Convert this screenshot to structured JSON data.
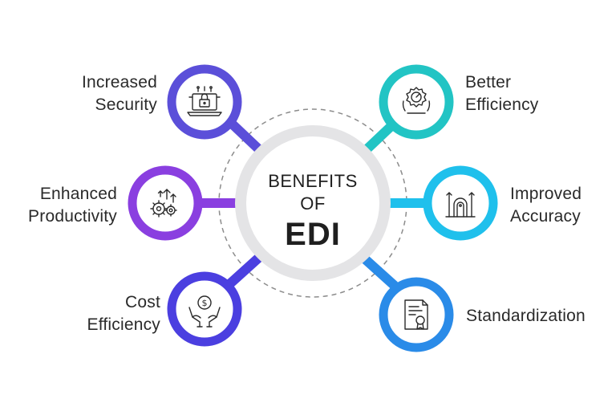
{
  "center": {
    "line1": "BENEFITS",
    "line2": "OF",
    "line3": "EDI"
  },
  "benefits": [
    {
      "id": "increased-security",
      "line1": "Increased",
      "line2": "Security",
      "color": "#5b4fd9",
      "icon": "laptop-lock-icon"
    },
    {
      "id": "enhanced-productivity",
      "line1": "Enhanced",
      "line2": "Productivity",
      "color": "#8a3fe0",
      "icon": "gears-arrow-icon"
    },
    {
      "id": "cost-efficiency",
      "line1": "Cost",
      "line2": "Efficiency",
      "color": "#4b3fe0",
      "icon": "hands-coin-icon"
    },
    {
      "id": "better-efficiency",
      "line1": "Better",
      "line2": "Efficiency",
      "color": "#22c4c4",
      "icon": "gear-speedometer-icon"
    },
    {
      "id": "improved-accuracy",
      "line1": "Improved",
      "line2": "Accuracy",
      "color": "#1fc0ec",
      "icon": "target-arrows-icon"
    },
    {
      "id": "standardization",
      "line1": "Standardization",
      "line2": "",
      "color": "#2a8be8",
      "icon": "certificate-icon"
    }
  ],
  "colors": {
    "hub_ring": "#e4e4e6",
    "dashed_ring": "#8c8c8c",
    "text": "#2a2a2a"
  }
}
